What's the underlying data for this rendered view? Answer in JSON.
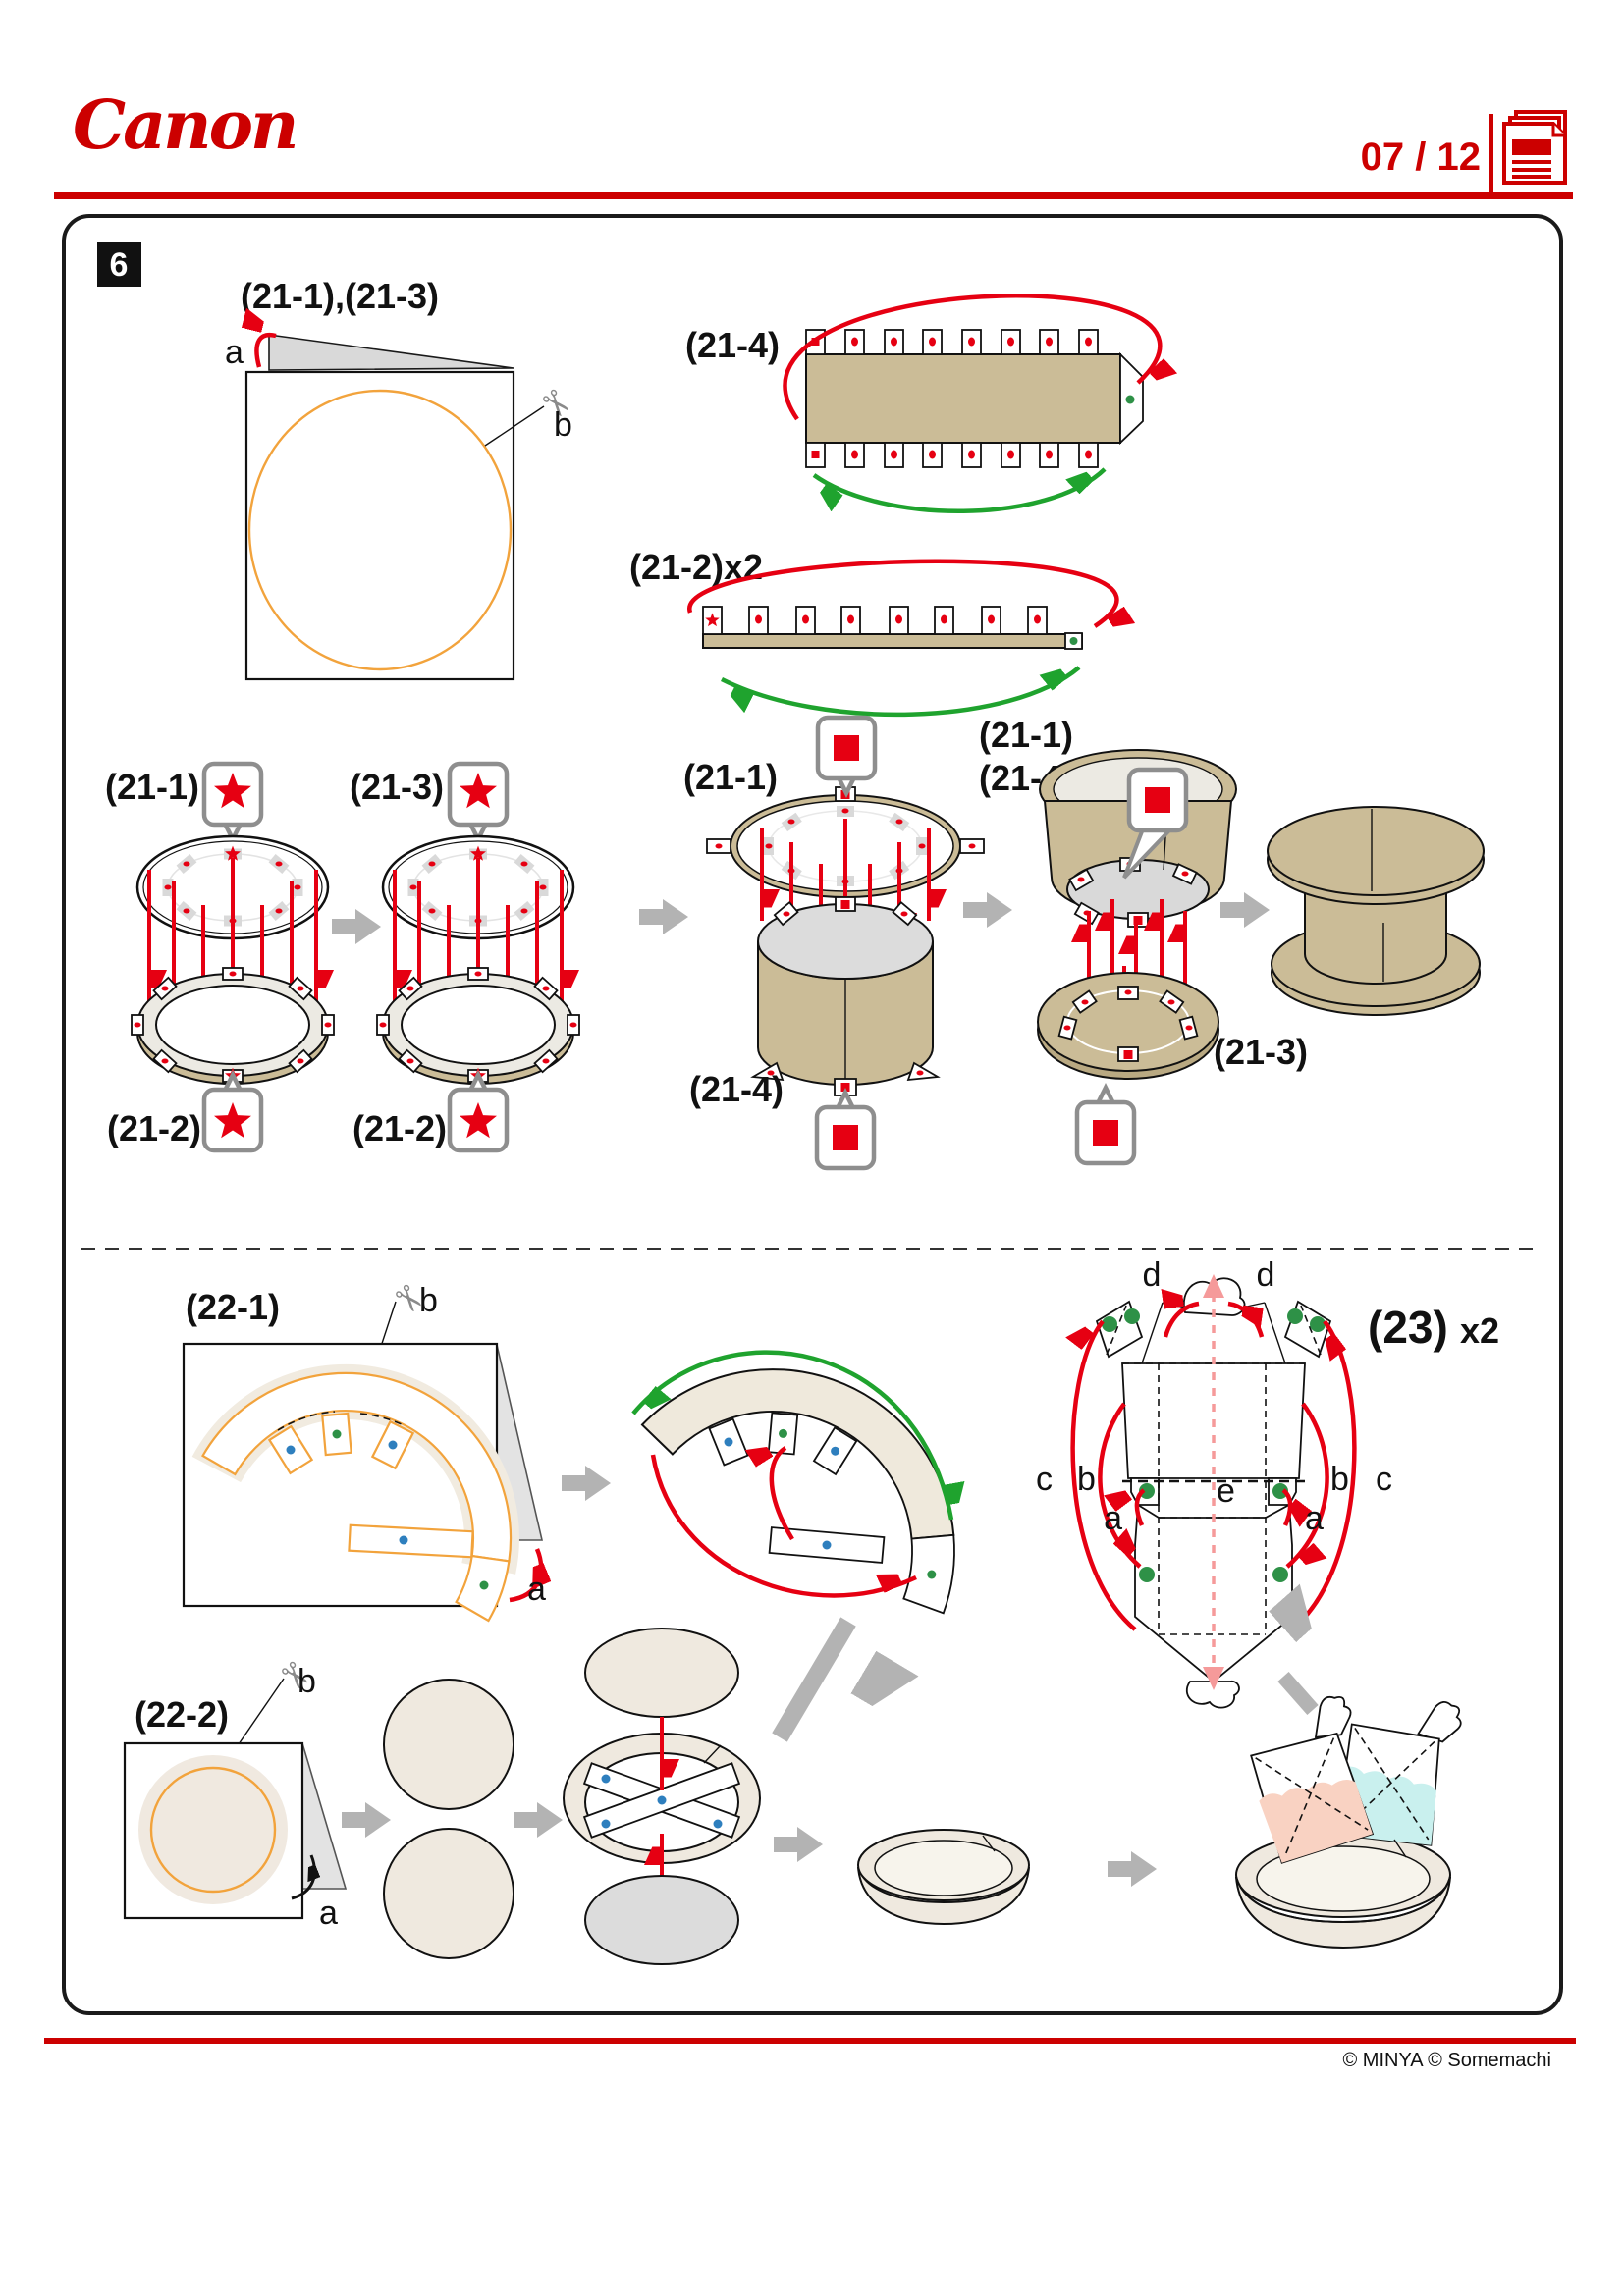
{
  "header": {
    "brand": "Canon",
    "page_indicator": "07 / 12"
  },
  "step_number": "6",
  "parts": {
    "p211": "(21-1)",
    "p212": "(21-2)",
    "p213": "(21-3)",
    "p214": "(21-4)",
    "p211_213": "(21-1),(21-3)",
    "p212_x2": "(21-2)x2",
    "p221": "(22-1)",
    "p222": "(22-2)",
    "p23": "(23)",
    "p23_qty": "x2"
  },
  "letters": {
    "a": "a",
    "b": "b",
    "c": "c",
    "d": "d",
    "e": "e"
  },
  "icons": {
    "scissors": "✂",
    "pages": "pages-icon",
    "star_marker": "red-star",
    "square_marker": "red-square"
  },
  "colors": {
    "brand_red": "#cc0000",
    "arrow_red": "#e60012",
    "arrow_green": "#1fa32e",
    "cardboard_tan": "#cbbc97",
    "paper_beige": "#efe9df",
    "cutline_orange": "#f2a33c",
    "candy_pink": "#f9d2c2",
    "candy_cyan": "#c9f0ee",
    "gray_arrow": "#b3b3b3"
  },
  "footer": {
    "credits": "© MINYA  © Somemachi"
  }
}
